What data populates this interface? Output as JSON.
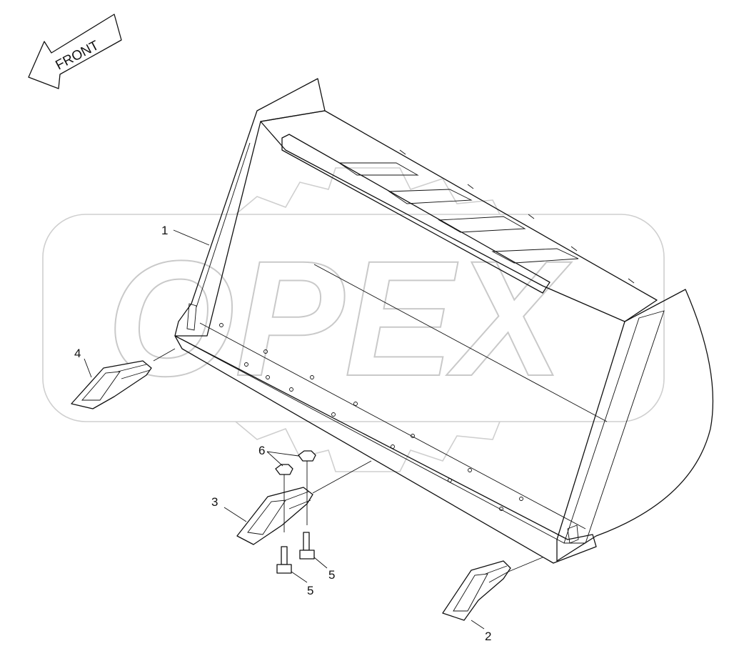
{
  "watermark": {
    "text": "OPEX"
  },
  "direction_arrow": {
    "label": "FRONT"
  },
  "corner_mark": "",
  "callouts": [
    {
      "id": "c1",
      "label": "1"
    },
    {
      "id": "c2",
      "label": "2"
    },
    {
      "id": "c3",
      "label": "3"
    },
    {
      "id": "c4",
      "label": "4"
    },
    {
      "id": "c5a",
      "label": "5"
    },
    {
      "id": "c5b",
      "label": "5"
    },
    {
      "id": "c6",
      "label": "6"
    }
  ]
}
